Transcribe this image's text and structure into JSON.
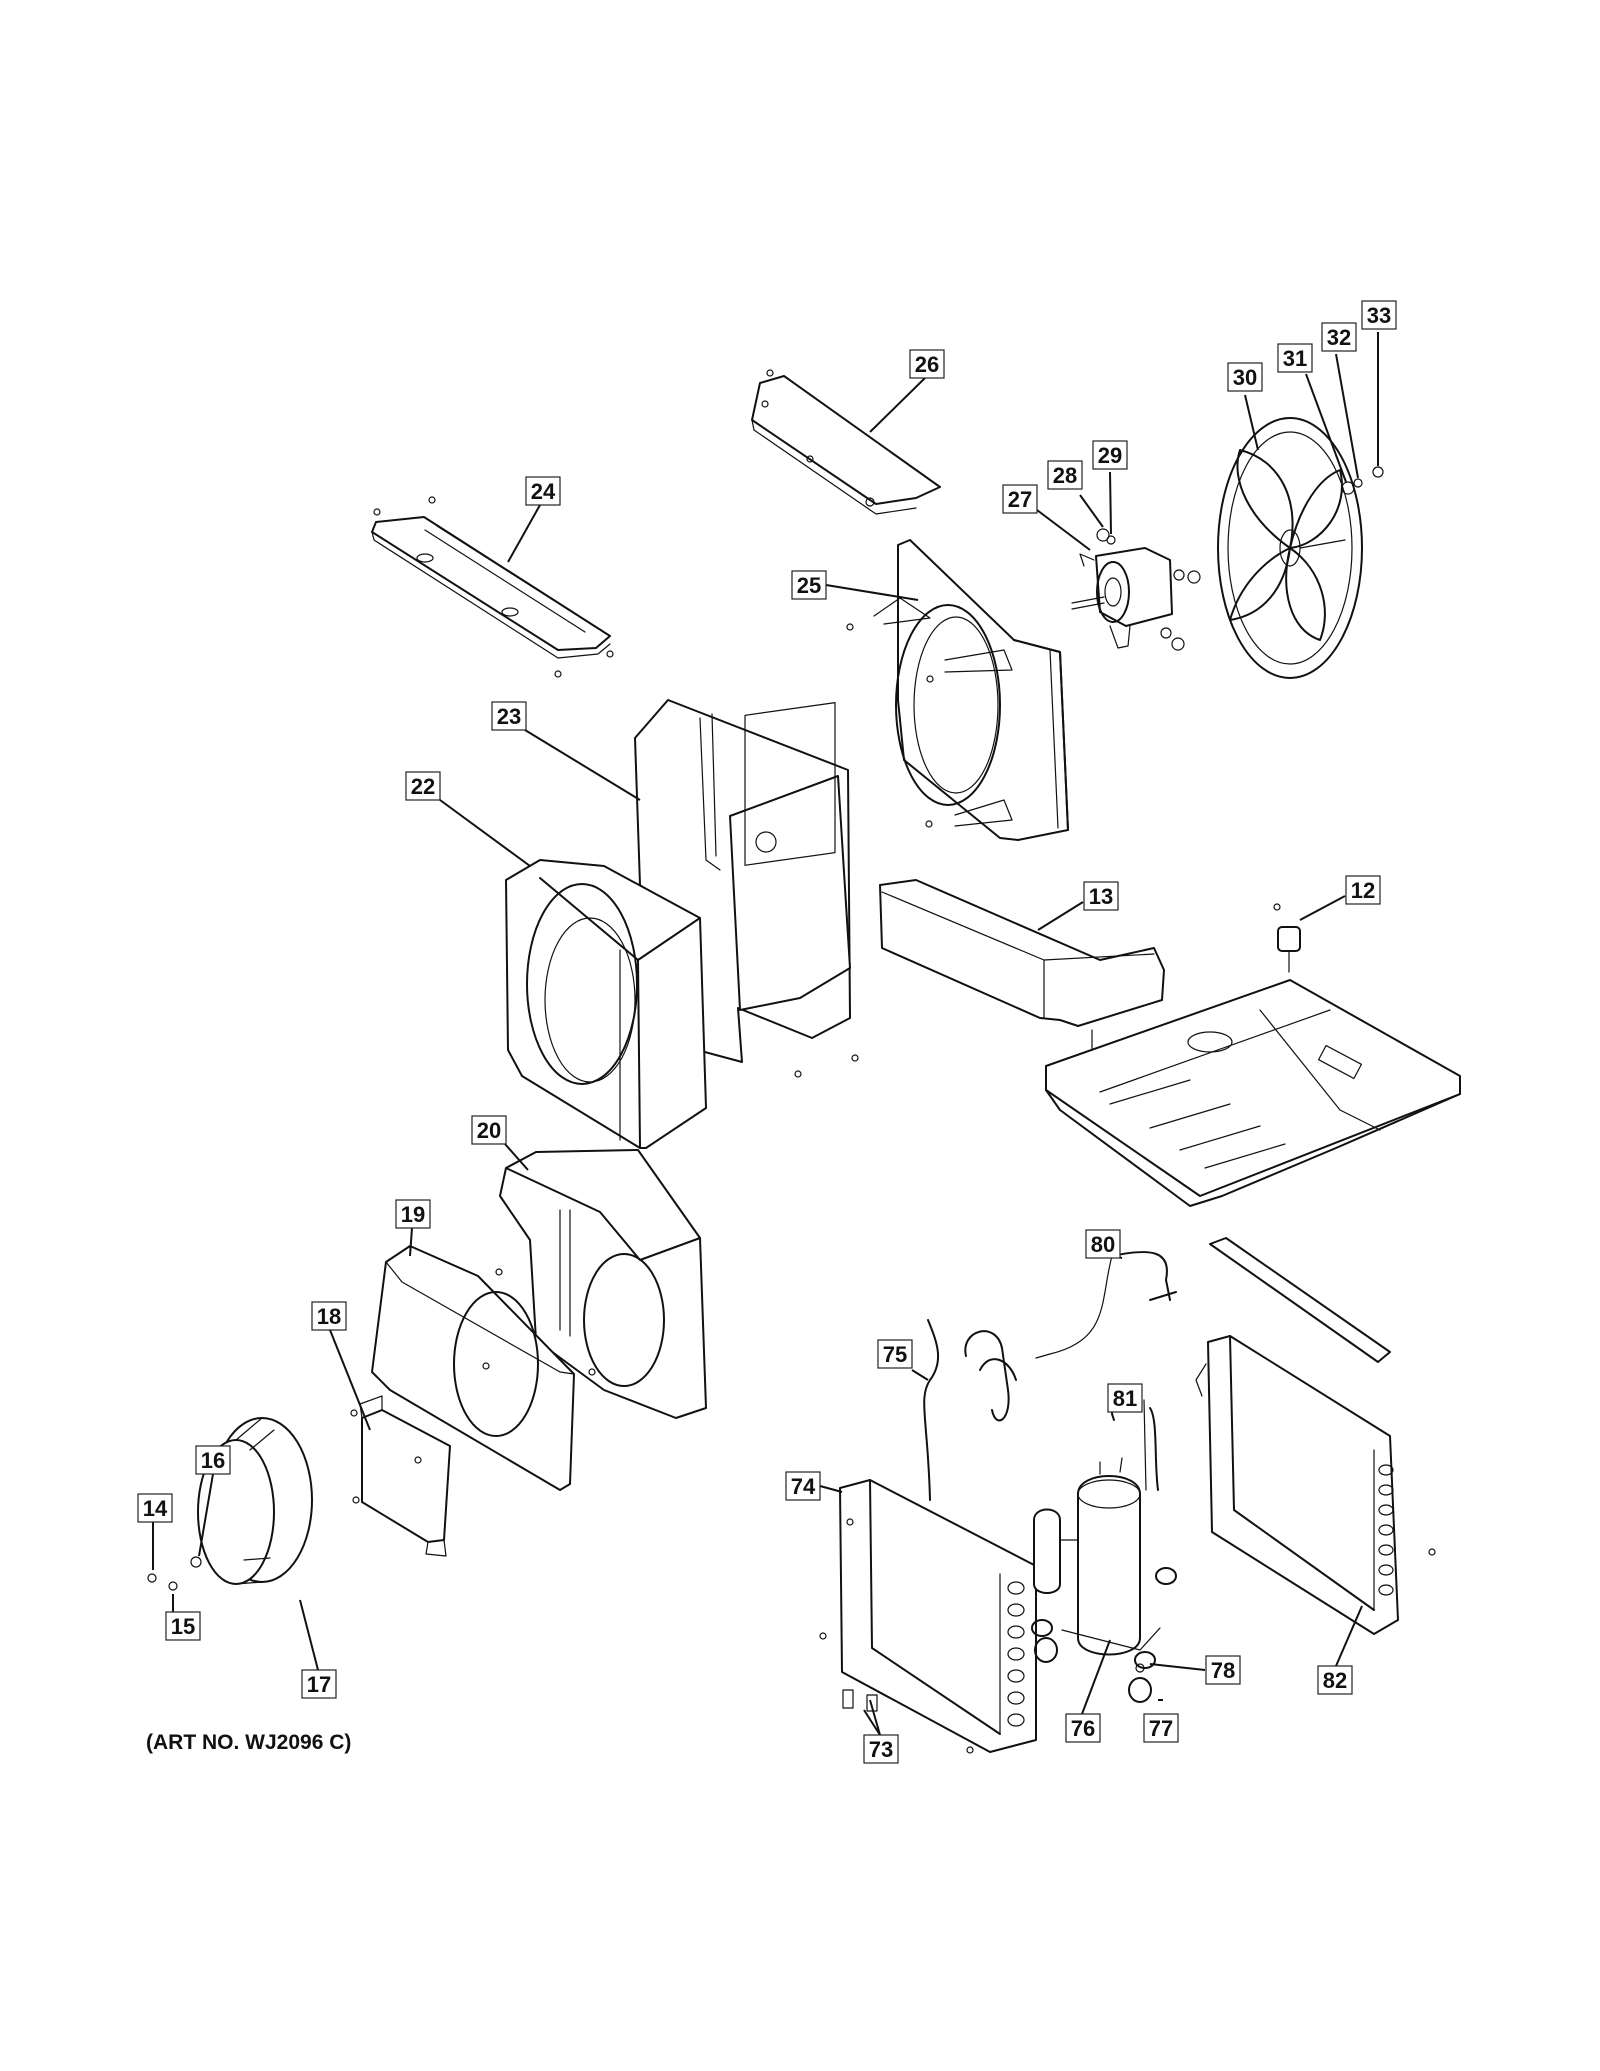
{
  "art_number": "(ART NO. WJ2096 C)",
  "callouts": [
    {
      "id": "12",
      "label": "12"
    },
    {
      "id": "13",
      "label": "13"
    },
    {
      "id": "14",
      "label": "14"
    },
    {
      "id": "15",
      "label": "15"
    },
    {
      "id": "16",
      "label": "16"
    },
    {
      "id": "17",
      "label": "17"
    },
    {
      "id": "18",
      "label": "18"
    },
    {
      "id": "19",
      "label": "19"
    },
    {
      "id": "20",
      "label": "20"
    },
    {
      "id": "22",
      "label": "22"
    },
    {
      "id": "23",
      "label": "23"
    },
    {
      "id": "24",
      "label": "24"
    },
    {
      "id": "25",
      "label": "25"
    },
    {
      "id": "26",
      "label": "26"
    },
    {
      "id": "27",
      "label": "27"
    },
    {
      "id": "28",
      "label": "28"
    },
    {
      "id": "29",
      "label": "29"
    },
    {
      "id": "30",
      "label": "30"
    },
    {
      "id": "31",
      "label": "31"
    },
    {
      "id": "32",
      "label": "32"
    },
    {
      "id": "33",
      "label": "33"
    },
    {
      "id": "73",
      "label": "73"
    },
    {
      "id": "74",
      "label": "74"
    },
    {
      "id": "75",
      "label": "75"
    },
    {
      "id": "76",
      "label": "76"
    },
    {
      "id": "77",
      "label": "77"
    },
    {
      "id": "78",
      "label": "78"
    },
    {
      "id": "80",
      "label": "80"
    },
    {
      "id": "81",
      "label": "81"
    },
    {
      "id": "82",
      "label": "82"
    }
  ]
}
